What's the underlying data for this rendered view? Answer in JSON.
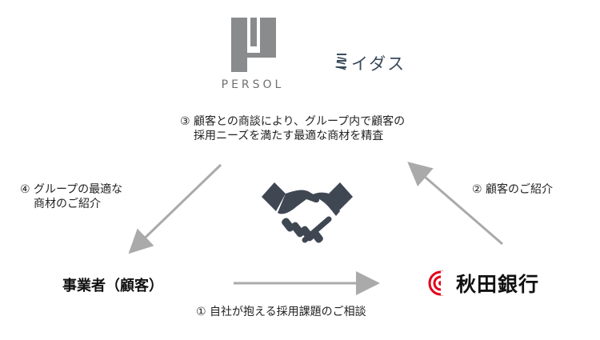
{
  "logos": {
    "persol": {
      "wordmark": "PERSOL",
      "color": "#8a8b8d"
    },
    "midas": {
      "wordmark": "ミイダス",
      "color": "#3a4a5c",
      "accent": "#5bbbe6"
    },
    "akita_bank": {
      "wordmark": "秋田銀行",
      "color": "#e10019"
    }
  },
  "steps": {
    "step3_line1": "③ 顧客との商談により、グループ内で顧客の",
    "step3_line2": "採用ニーズを満たす最適な商材を精査",
    "step4_line1": "④ グループの最適な",
    "step4_line2": "商材のご紹介",
    "step2": "② 顧客のご紹介",
    "step1": "① 自社が抱える採用課題のご相談"
  },
  "customer": "事業者（顧客）",
  "icons": {
    "center": "handshake-icon",
    "arrow_color": "#aaaaaa",
    "handshake_color": "#3f4753"
  }
}
